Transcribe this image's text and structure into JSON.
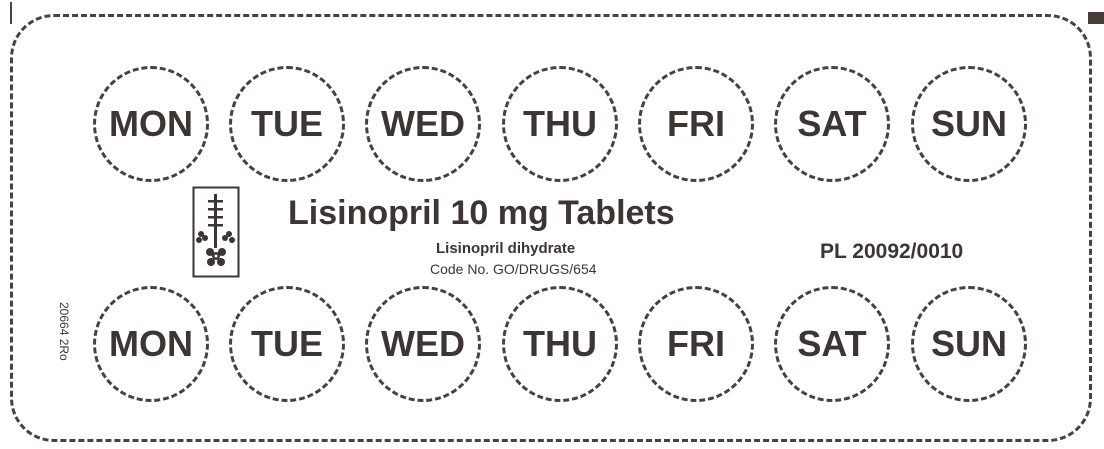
{
  "days_top": [
    "MON",
    "TUE",
    "WED",
    "THU",
    "FRI",
    "SAT",
    "SUN"
  ],
  "days_bottom": [
    "MON",
    "TUE",
    "WED",
    "THU",
    "FRI",
    "SAT",
    "SUN"
  ],
  "product": {
    "title": "Lisinopril 10 mg Tablets",
    "ingredient": "Lisinopril dihydrate",
    "code": "Code No. GO/DRUGS/654",
    "licence": "PL 20092/0010"
  },
  "side_code": "20664 2Ro",
  "logo": {
    "icon": "plant-logo-icon"
  },
  "colors": {
    "ink": "#3d3434",
    "border": "#4a4040"
  }
}
